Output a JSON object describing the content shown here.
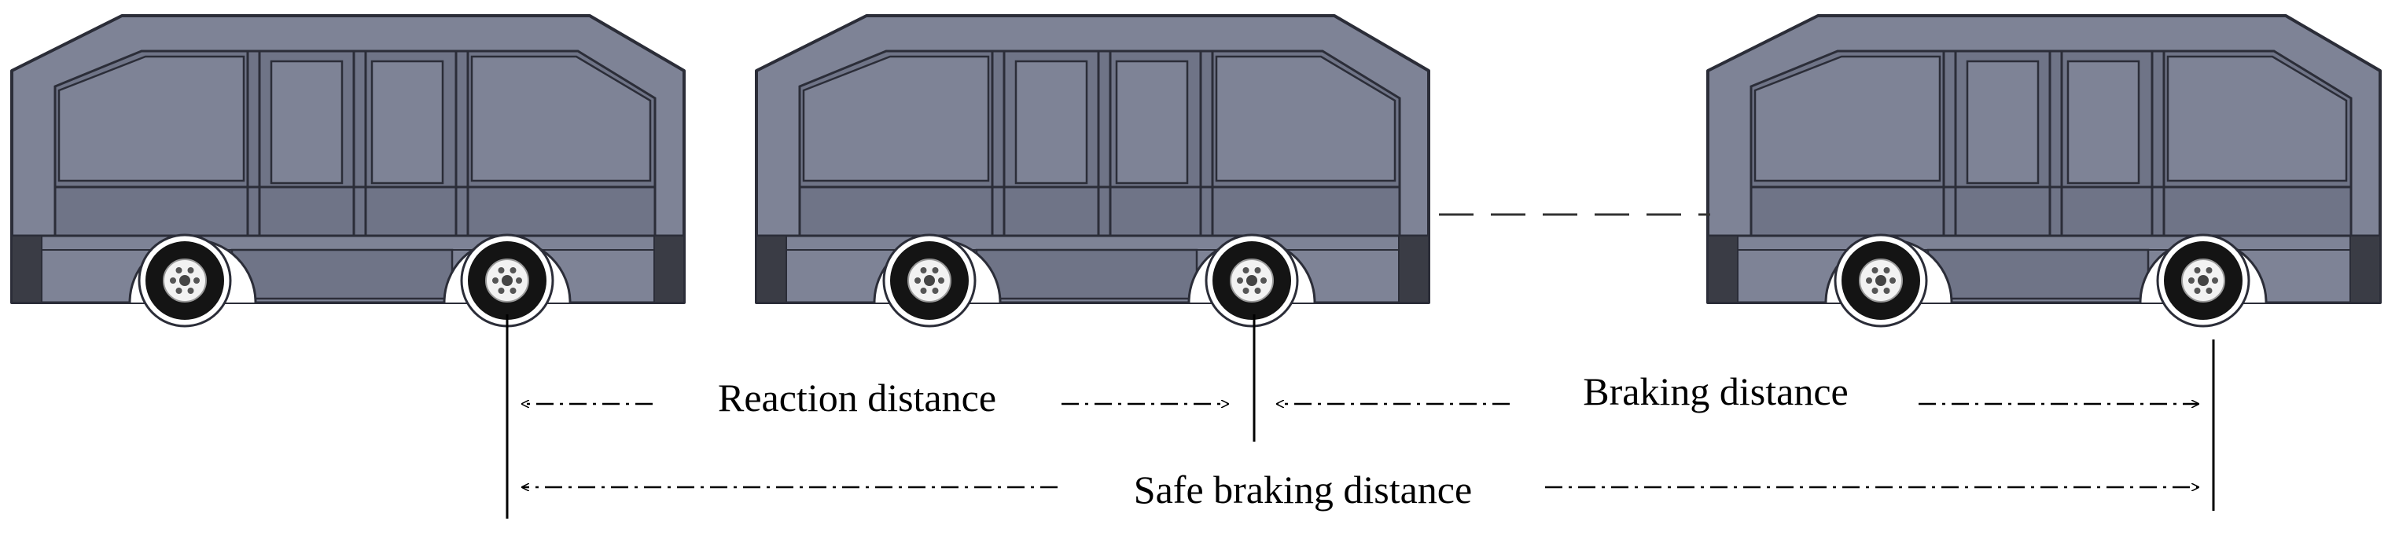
{
  "diagram": {
    "labels": {
      "reaction": "Reaction distance",
      "braking": "Braking distance",
      "safe": "Safe braking distance"
    },
    "vehicles": [
      {
        "id": "vehicle-1"
      },
      {
        "id": "vehicle-2"
      },
      {
        "id": "vehicle-3"
      }
    ],
    "colors": {
      "body": "#7e8396",
      "body_dark": "#6f7487",
      "outline": "#2b2d38",
      "bumper": "#3a3c45",
      "tire": "#141414",
      "hub": "#f2f2f2",
      "line": "#000000",
      "dash_link": "#333333"
    }
  }
}
